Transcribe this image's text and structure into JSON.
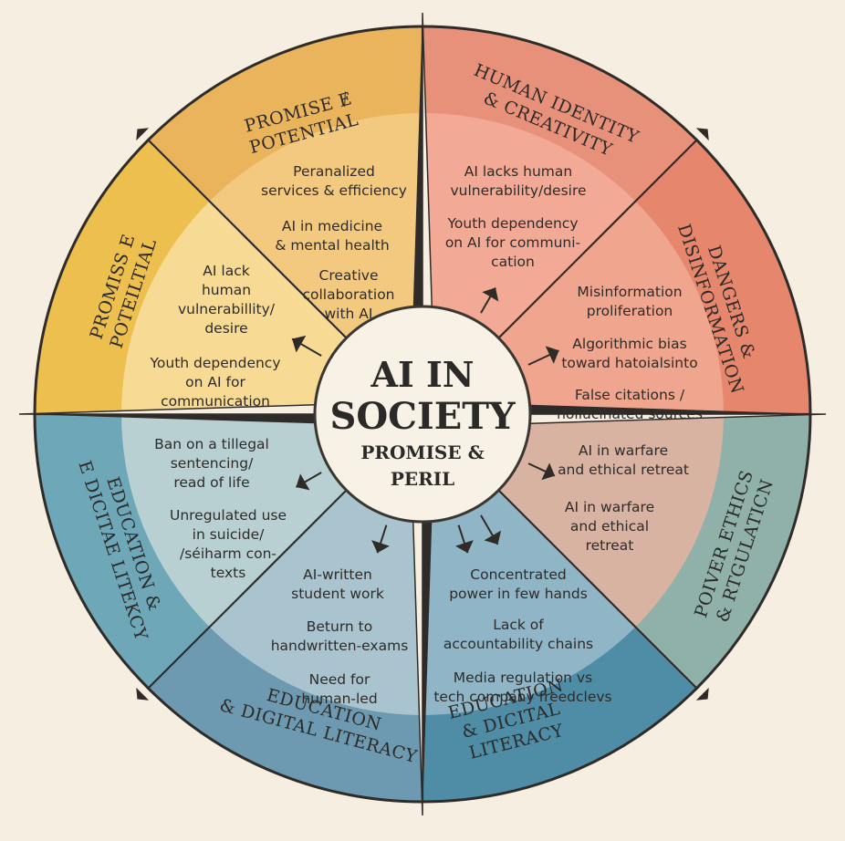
{
  "center": {
    "title_line1": "AI IN",
    "title_line2": "SOCIETY",
    "subtitle_line1": "PROMISE &",
    "subtitle_line2": "PERIL"
  },
  "segments": [
    {
      "id": "promise-potential-top",
      "title_lines": [
        "PROMISE Ɇ",
        "POTENTIAL"
      ],
      "colors": {
        "outer": "#e9b45c",
        "inner": "#f2c97f"
      },
      "bullets": [
        [
          "Peranalized",
          "services & efficiency"
        ],
        [
          "AI in medicine",
          "& mental health"
        ],
        [
          "Creative",
          "collaboration",
          "with AI"
        ]
      ]
    },
    {
      "id": "human-identity-creativity",
      "title_lines": [
        "HUMAN IDENTITY",
        "& CREATIVITY"
      ],
      "colors": {
        "outer": "#e8917a",
        "inner": "#f2aa97"
      },
      "bullets": [
        [
          "AI lacks human",
          "vulnerability/desire"
        ],
        [
          "Youth dependency",
          "on AI for communi-",
          "cation"
        ]
      ]
    },
    {
      "id": "dangers-disinformation",
      "title_lines": [
        "DANGERS &",
        "DISINFORMATION"
      ],
      "colors": {
        "outer": "#e5866d",
        "inner": "#f0a58f"
      },
      "bullets": [
        [
          "Misinformation",
          "proliferation"
        ],
        [
          "Algorithmic bias",
          "toward hatoialsinto"
        ],
        [
          "False citations /",
          "hollucinated sources"
        ]
      ]
    },
    {
      "id": "power-ethics-regulation",
      "title_lines": [
        "POIVER ETHICS",
        "& RTGULATICN"
      ],
      "colors": {
        "outer": "#8fb1a9",
        "inner": "#d9b3a2"
      },
      "bullets": [
        [
          "AI in warfare",
          "and ethical retreat"
        ],
        [
          "AI in warfare",
          "and ethical",
          "retreat"
        ]
      ]
    },
    {
      "id": "education-digital-literacy-bottom-right",
      "title_lines": [
        "EDUCATION",
        "& DICITAL",
        "LITERACY"
      ],
      "colors": {
        "outer": "#4f8ca6",
        "inner": "#8fb5c6"
      },
      "bullets": [
        [
          "Concentrated",
          "power in few hands"
        ],
        [
          "Lack of",
          "accountability chains"
        ],
        [
          "Media regulation vs",
          "tech company freedclevs"
        ]
      ]
    },
    {
      "id": "education-digital-literacy-bottom",
      "title_lines": [
        "EDUCATION",
        "& DIGITAL LITERACY"
      ],
      "colors": {
        "outer": "#6e9ab1",
        "inner": "#a9c3cf"
      },
      "bullets": [
        [
          "AI-written",
          "student work"
        ],
        [
          "Beturn to",
          "handwritten-exams"
        ],
        [
          "Need for",
          "human-led"
        ]
      ]
    },
    {
      "id": "education-digitae-litekcy-left",
      "title_lines": [
        "EDUCATION &",
        "E DICITAE LITEKCY"
      ],
      "colors": {
        "outer": "#6ea7b7",
        "inner": "#b8d0d2"
      },
      "bullets": [
        [
          "Ban on a tillegal",
          "sentencing/",
          "read of life"
        ],
        [
          "Unregulated use",
          "in suicide/",
          "/séiharm con-",
          "texts"
        ]
      ]
    },
    {
      "id": "promiss-potelital-left",
      "title_lines": [
        "PROMISS E",
        "POTEILTIAL"
      ],
      "colors": {
        "outer": "#ecbf4e",
        "inner": "#f7da94"
      },
      "bullets": [
        [
          "AI lack",
          "human",
          "vulnerabillity/",
          "desire"
        ],
        [
          "Youth dependency",
          "on AI for",
          "communication"
        ]
      ]
    }
  ]
}
